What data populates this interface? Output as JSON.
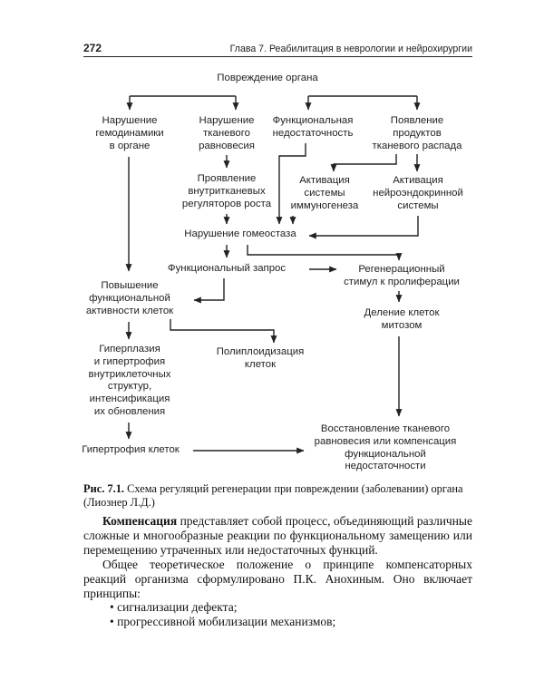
{
  "page": {
    "number": "272",
    "chapter_header": "Глава 7. Реабилитация в неврологии и нейрохирургии"
  },
  "figure": {
    "nodes": {
      "damage": "Повреждение органа",
      "hemodynamics": "Нарушение\nгемодинамики\nв органе",
      "tissue": "Нарушение\nтканевого\nравновесия",
      "functional": "Функциональная\nнедостаточность",
      "products": "Появление\nпродуктов\nтканевого распада",
      "regulators": "Проявление\nвнутритканевых\nрегуляторов роста",
      "immuno": "Активация\nсистемы\nиммуногенеза",
      "neuro": "Активация\nнейроэндокринной\nсистемы",
      "homeostasis": "Нарушение гомеостаза",
      "request": "Функциональный запрос",
      "regen": "Регенерационный\nстимул к пролиферации",
      "increase": "Повышение\nфункциональной\nактивности клеток",
      "division": "Деление клеток\nмитозом",
      "hyperplasia": "Гиперплазия\nи гипертрофия\nвнутриклеточных\nструктур,\nинтенсификация\nих обновления",
      "polyploid": "Полиплоидизация\nклеток",
      "hypertrophy": "Гипертрофия клеток",
      "restore": "Восстановление тканевого\nравновесия или компенсация\nфункциональной\nнедостаточности"
    },
    "caption_label": "Рис. 7.1.",
    "caption_text": " Схема регуляций регенерации при повреждении (заболевании) органа (Лиознер Л.Д.)"
  },
  "body": {
    "paragraph1_lead": "Компенсация",
    "paragraph1_rest": " представляет собой процесс, объединяющий различные сложные и многообразные реакции по функциональному замещению или перемещению утраченных или недостаточных функций.",
    "paragraph2": "Общее теоретическое положение о принципе компенсаторных реакций организма сформулировано П.К. Анохиным. Оно включает принципы:",
    "bullets": [
      "• сигнализации дефекта;",
      "• прогрессивной мобилизации механизмов;"
    ]
  }
}
